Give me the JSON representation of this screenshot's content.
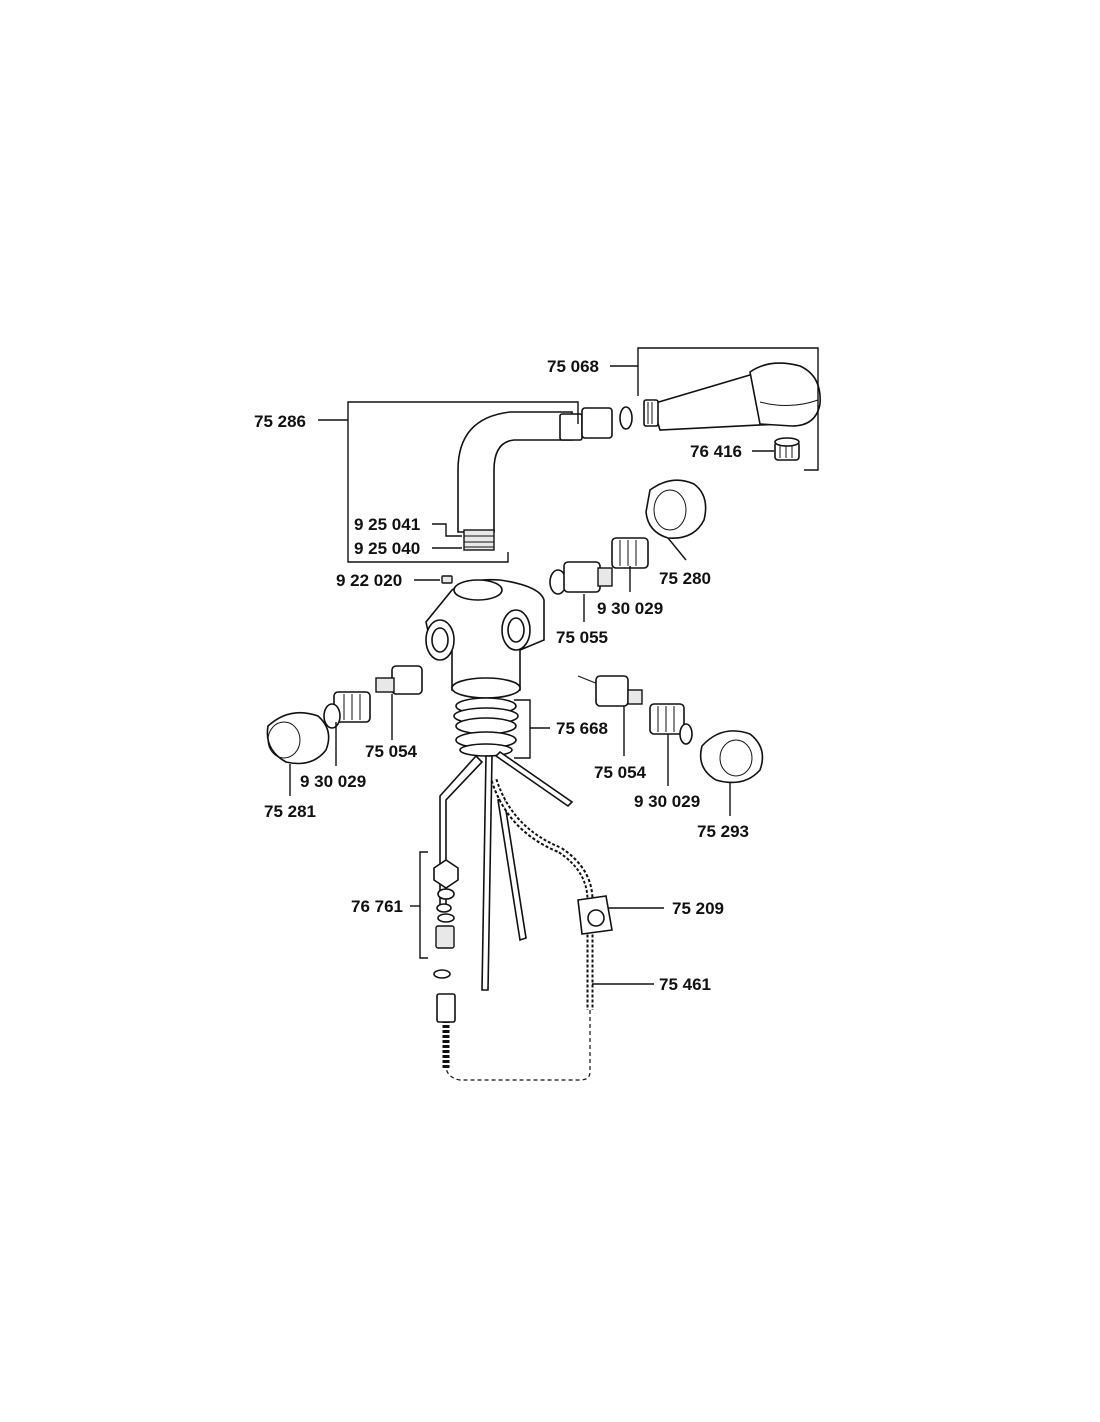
{
  "part_numbers": {
    "handshower": "75 068",
    "spout": "75 286",
    "aerator": "76 416",
    "spout_oring_top": "9 25 041",
    "spout_oring_bottom": "9 25 040",
    "set_screw": "9 22 020",
    "handle_right_top": "75 280",
    "adapter_right_top": "9 30 029",
    "cartridge_right_top": "75 055",
    "mounting_set": "75 668",
    "cartridge_left": "75 054",
    "adapter_left": "9 30 029",
    "handle_left": "75 281",
    "cartridge_right": "75 054",
    "adapter_right": "9 30 029",
    "handle_right": "75 293",
    "connection_set": "76 761",
    "hose_weight": "75 209",
    "hose": "75 461"
  }
}
